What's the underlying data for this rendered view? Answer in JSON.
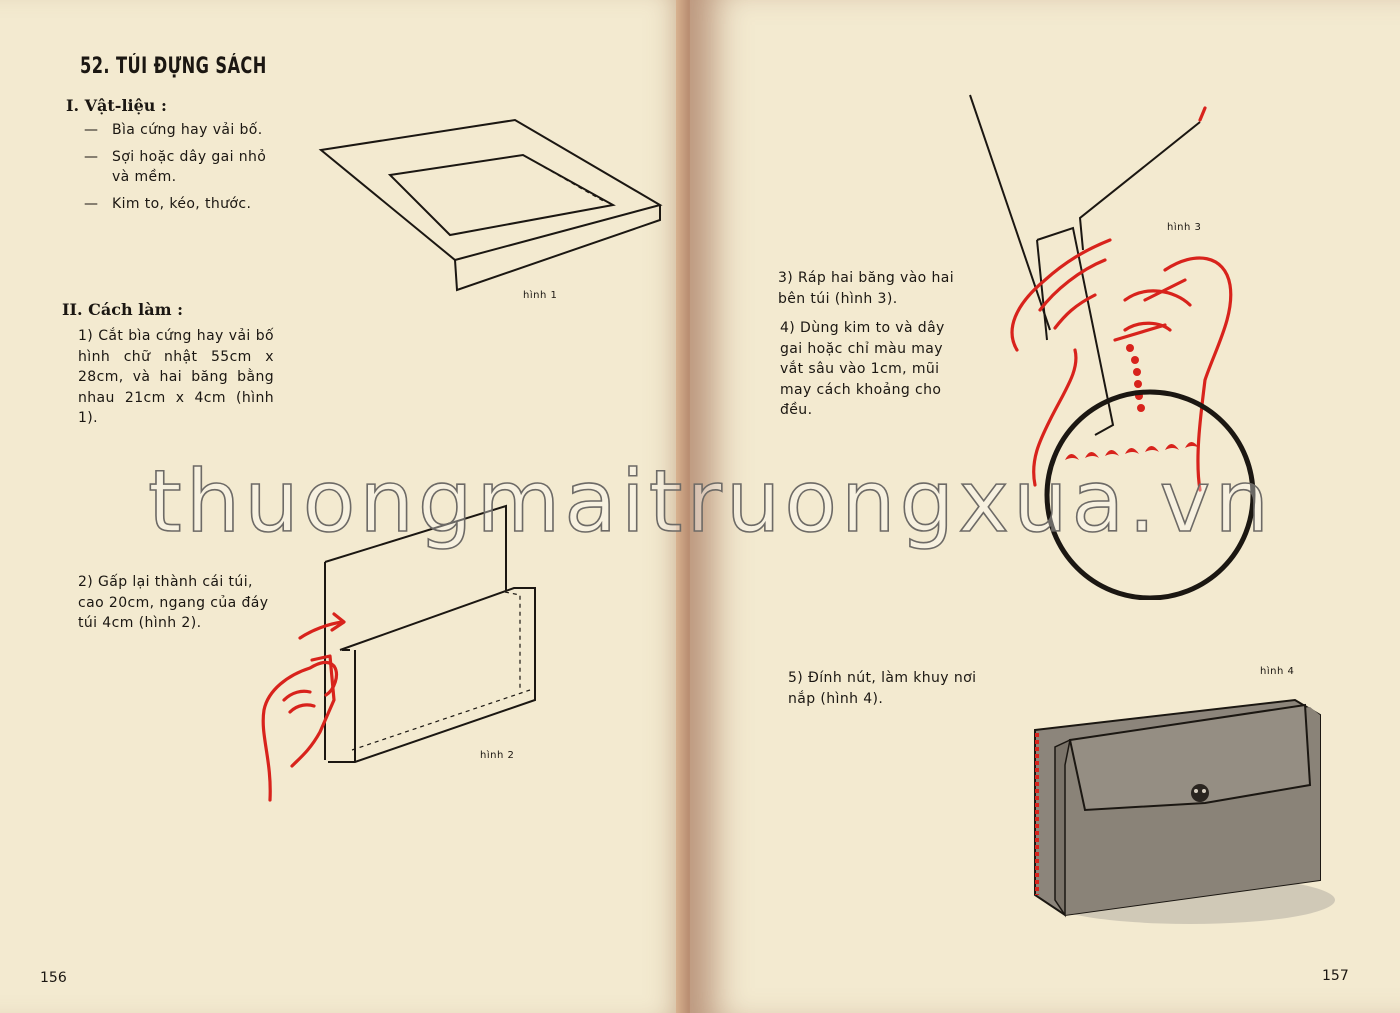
{
  "left_page": {
    "title": "52. TÚI ĐỰNG SÁCH",
    "section1_heading": "I. Vật-liệu :",
    "materials": [
      "Bìa cứng hay vải bố.",
      "Sợi hoặc dây gai nhỏ và mềm.",
      "Kim to, kéo, thước."
    ],
    "section2_heading": "II. Cách làm :",
    "step1": "1) Cắt bìa cứng hay vải bố hình chữ nhật 55cm x 28cm, và hai băng bằng nhau 21cm x 4cm (hình 1).",
    "step2": "2) Gấp lại thành cái túi, cao 20cm, ngang của đáy túi 4cm (hình 2).",
    "fig1_caption": "hình 1",
    "fig2_caption": "hình 2",
    "page_number": "156"
  },
  "right_page": {
    "step3": "3) Ráp hai băng vào hai bên túi (hình 3).",
    "step4": "4) Dùng kim to và dây gai hoặc chỉ màu may vắt sâu vào 1cm, mũi may cách khoảng cho đều.",
    "step5": "5) Đính nút, làm khuy nơi nắp (hình 4).",
    "fig3_caption": "hình 3",
    "fig4_caption": "hình 4",
    "page_number": "157"
  },
  "watermark": "thuongmaitruongxua.vn",
  "colors": {
    "paper": "#f3ead0",
    "ink": "#1b1712",
    "illustration_red": "#d8231c",
    "bag_gray": "#8c857b"
  }
}
